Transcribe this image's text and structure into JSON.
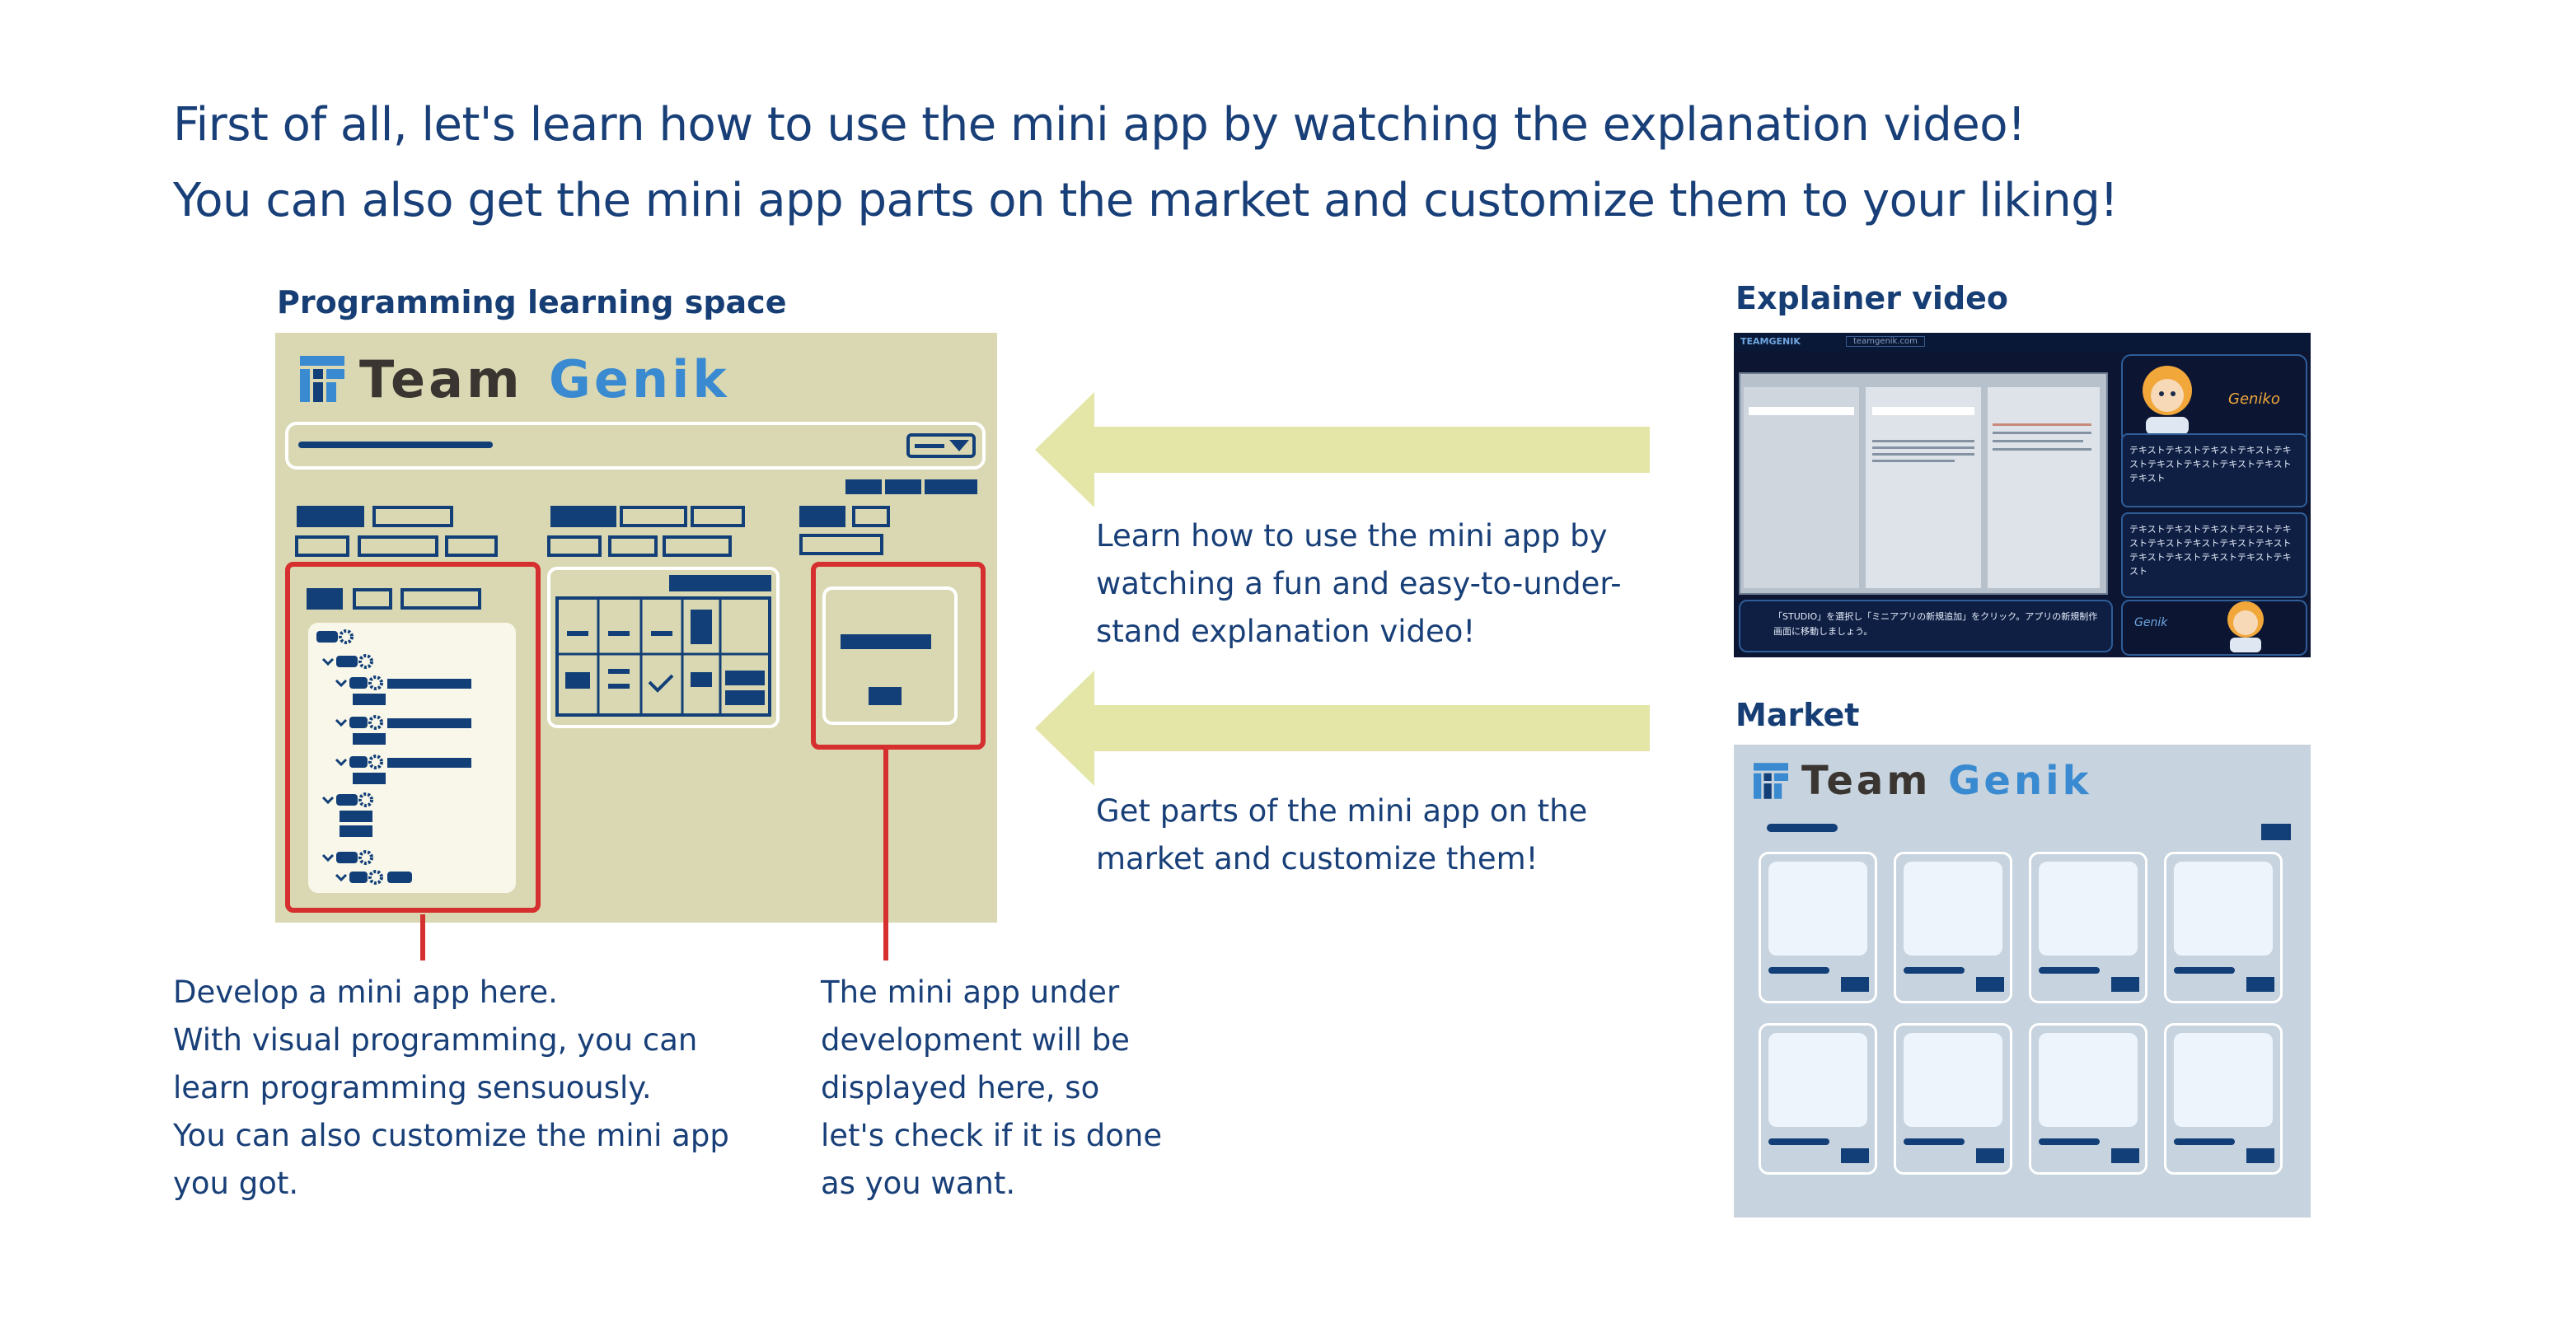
{
  "headline": {
    "line1": "First of all, let's learn how to use the mini app by watching the explanation video!",
    "line2": "You can also get the mini app parts on the market and customize them to your liking!"
  },
  "sections": {
    "programming_space": "Programming learning space",
    "explainer_video": "Explainer video",
    "market": "Market"
  },
  "logo": {
    "part1": "Team",
    "part2": "Genik"
  },
  "arrows": {
    "video_text": "Learn how to use the mini app by\nwatching a fun and easy-to-under-\nstand explanation video!",
    "market_text": "Get parts of the mini app on the\nmarket and customize them!"
  },
  "callouts": {
    "develop": "Develop a mini app here.\nWith visual programming, you can\nlearn programming sensuously.\nYou can also customize the mini app\nyou got.",
    "preview": "The mini app under\ndevelopment will be\ndisplayed here, so\nlet's check if it is done\nas you want."
  },
  "video": {
    "logo": "TEAMGENIK",
    "url": "teamgenik.com",
    "character_name": "Geniko",
    "bubble_text_1": "テキストテキストテキストテキストテキストテキストテキストテキストテキストテキスト",
    "bubble_text_2": "テキストテキストテキストテキストテキストテキストテキストテキストテキストテキストテキストテキストテキストテキスト",
    "instruction": "「STUDIO」を選択し「ミニアプリの新規追加」をクリック。アプリの新規制作画面に移動しましょう。",
    "footer_logo": "Genik"
  },
  "colors": {
    "navy": "#123f78",
    "khaki_panel": "#d9d8b2",
    "arrow": "#e3e6a7",
    "highlight_red": "#d62f2f",
    "market_panel": "#c7d3de",
    "logo_blue": "#3a8ad1",
    "logo_dark": "#3a3530"
  }
}
